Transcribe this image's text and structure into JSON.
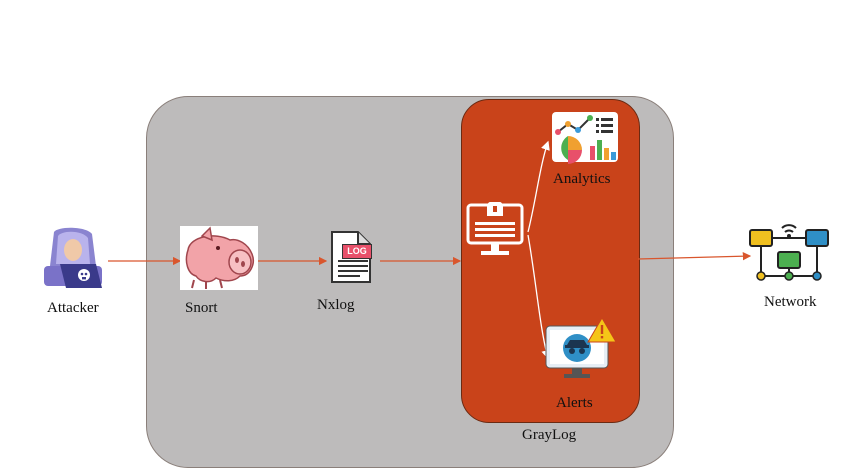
{
  "nodes": {
    "attacker": {
      "label": "Attacker"
    },
    "snort": {
      "label": "Snort"
    },
    "nxlog": {
      "label": "Nxlog",
      "icon_text": "LOG"
    },
    "analytics": {
      "label": "Analytics"
    },
    "alerts": {
      "label": "Alerts"
    },
    "network": {
      "label": "Network"
    },
    "graylog": {
      "label": "GrayLog"
    }
  },
  "colors": {
    "outer_panel": "#bdbbbb",
    "graylog_panel": "#c9431a",
    "arrow": "#d9562d",
    "inner_arrow": "#ffffff"
  }
}
